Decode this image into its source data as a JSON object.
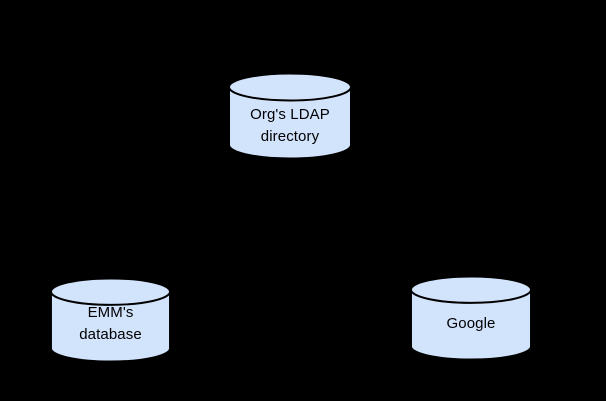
{
  "diagram": {
    "background": "#000000",
    "node_fill": "#d2e3fc",
    "node_stroke": "#000000",
    "label_color": "#000000",
    "nodes": [
      {
        "id": "org-ldap-directory",
        "shape": "cylinder",
        "lines": [
          "Org's LDAP",
          "directory"
        ]
      },
      {
        "id": "emm-database",
        "shape": "cylinder",
        "lines": [
          "EMM's",
          "database"
        ]
      },
      {
        "id": "google",
        "shape": "cylinder",
        "lines": [
          "Google"
        ]
      }
    ]
  }
}
